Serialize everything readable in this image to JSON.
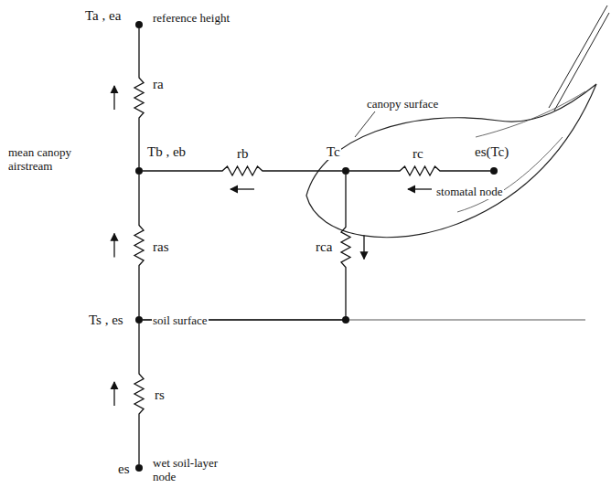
{
  "diagram": {
    "nodes": [
      {
        "text": [
          "Ta , ea",
          "reference height"
        ]
      },
      {
        "text": [
          "Tb , eb",
          "mean canopy airstream"
        ]
      },
      {
        "text": [
          "Tc",
          "canopy surface"
        ]
      },
      {
        "text": [
          "es(Tc)",
          "stomatal node"
        ]
      },
      {
        "text": [
          "Ts , es",
          "soil surface"
        ]
      },
      {
        "text": [
          "es",
          "wet soil-layer node"
        ]
      }
    ],
    "edges": [
      {
        "from": 1,
        "to": 0,
        "arrow": "to",
        "label": "ra"
      },
      {
        "from": 4,
        "to": 1,
        "arrow": "to",
        "label": "ras"
      },
      {
        "from": 5,
        "to": 4,
        "arrow": "to",
        "label": "rs"
      },
      {
        "from": 2,
        "to": 1,
        "arrow": "to",
        "label": "rb"
      },
      {
        "from": 3,
        "to": 2,
        "arrow": "to",
        "label": "rc"
      },
      {
        "from": 2,
        "to": 4,
        "arrow": "to",
        "label": "rca"
      }
    ]
  }
}
